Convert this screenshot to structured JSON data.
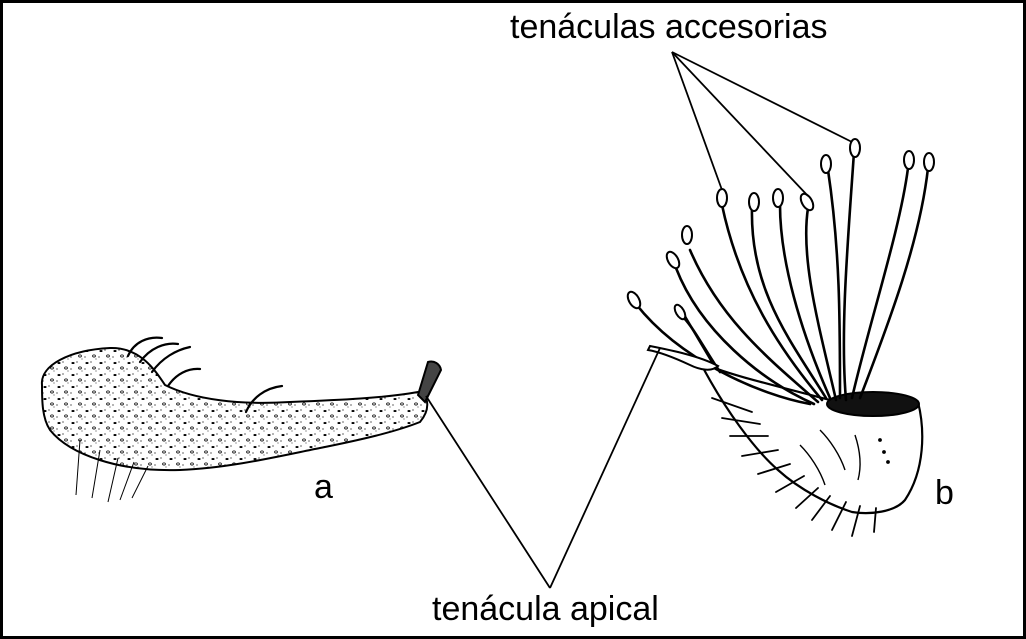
{
  "labels": {
    "accessory": "tenáculas accesorias",
    "apical": "tenácula apical",
    "fig_a": "a",
    "fig_b": "b"
  },
  "colors": {
    "ink": "#000000",
    "background": "#ffffff"
  }
}
